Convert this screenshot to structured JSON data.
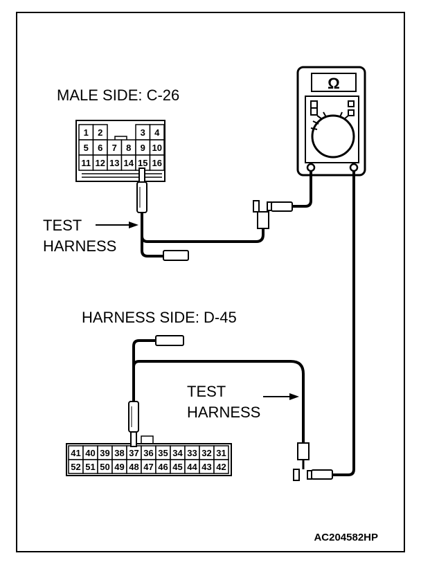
{
  "labels": {
    "male_side": "MALE SIDE: C-26",
    "harness_side": "HARNESS SIDE: D-45",
    "test_harness_top_1": "TEST",
    "test_harness_top_2": "HARNESS",
    "test_harness_bottom_1": "TEST",
    "test_harness_bottom_2": "HARNESS",
    "figure_code": "AC204582HP"
  },
  "meter": {
    "symbol": "Ω"
  },
  "connector_c26": {
    "rows": [
      [
        "1",
        "2",
        "",
        "",
        "3",
        "4"
      ],
      [
        "5",
        "6",
        "7",
        "8",
        "9",
        "10"
      ],
      [
        "11",
        "12",
        "13",
        "14",
        "15",
        "16"
      ]
    ],
    "probed_pin": "15"
  },
  "connector_d45": {
    "rows": [
      [
        "41",
        "40",
        "39",
        "38",
        "37",
        "36",
        "35",
        "34",
        "33",
        "32",
        "31"
      ],
      [
        "52",
        "51",
        "50",
        "49",
        "48",
        "47",
        "46",
        "45",
        "44",
        "43",
        "42"
      ]
    ],
    "probed_pin": "37"
  }
}
